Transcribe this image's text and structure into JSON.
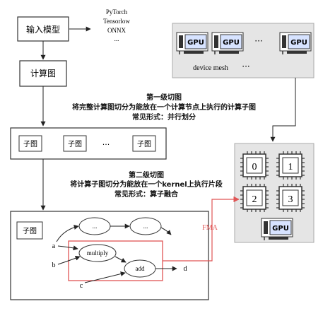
{
  "input_box": {
    "label": "输入模型"
  },
  "frameworks": [
    "PyTorch",
    "Tensorlow",
    "ONNX",
    "..."
  ],
  "graph_box": {
    "label": "计算图"
  },
  "level1": {
    "title": "第一级切图",
    "desc": "将完整计算图切分为能放在一个计算节点上执行的计算子图",
    "form": "常见形式：并行划分"
  },
  "subgraph_row": {
    "items": [
      "子图",
      "子图",
      "子图"
    ],
    "ellipsis": "..."
  },
  "level2": {
    "title": "第二级切图",
    "desc": "将计算子图切分为能放在一个kernel上执行片段",
    "form": "常见形式：算子融合"
  },
  "device_mesh": {
    "gpu_label": "GPU",
    "gpu_ellipsis": "···",
    "label": "device mesh",
    "ellipsis": "···"
  },
  "chip_panel": {
    "cores": [
      "0",
      "1",
      "2",
      "3"
    ],
    "gpu_label": "GPU"
  },
  "fma_label": "FMA",
  "fusion": {
    "subgraph_label": "子图",
    "node_top_left": "...",
    "node_top_right": "...",
    "node_multiply": "multiply",
    "node_add": "add",
    "in_a": "a",
    "in_b": "b",
    "in_c": "c",
    "out_d": "d"
  },
  "colors": {
    "accent_red": "#e05555",
    "gpu_fill": "#d7e3ff",
    "gpu_stroke": "#333333"
  }
}
